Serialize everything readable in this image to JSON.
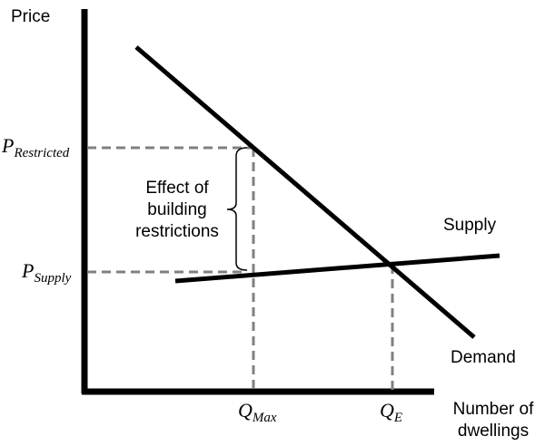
{
  "title": "Effect of building restrictions on housing price",
  "axes": {
    "y_label": "Price",
    "x_label_line1": "Number of",
    "x_label_line2": "dwellings"
  },
  "curves": {
    "supply": "Supply",
    "demand": "Demand"
  },
  "price_labels": {
    "restricted": {
      "symbol": "P",
      "subscript": "Restricted"
    },
    "supply": {
      "symbol": "P",
      "subscript": "Supply"
    }
  },
  "quantity_labels": {
    "max": {
      "symbol": "Q",
      "subscript": "Max"
    },
    "equilibrium": {
      "symbol": "Q",
      "subscript": "E"
    }
  },
  "annotation": {
    "line1": "Effect of",
    "line2": "building",
    "line3": "restrictions"
  },
  "colors": {
    "axis": "#000000",
    "dashed": "#808080"
  }
}
